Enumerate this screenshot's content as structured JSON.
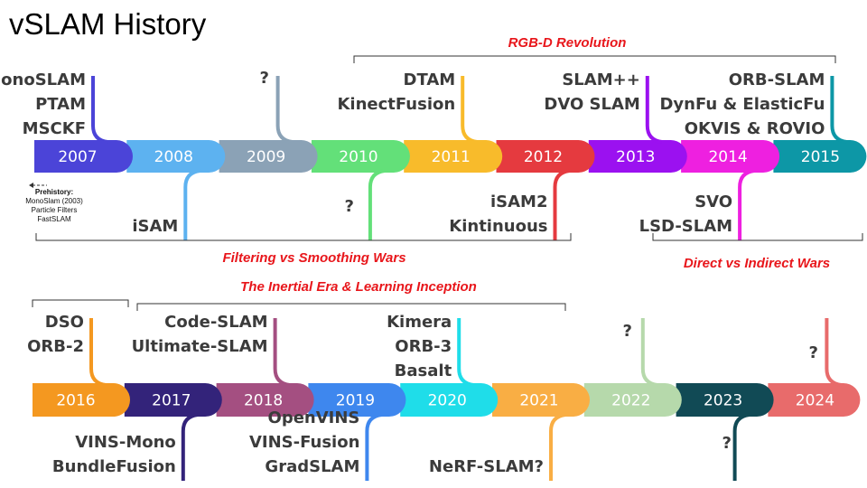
{
  "title": "vSLAM History",
  "eras": {
    "rgbd": "RGB-D Revolution",
    "filtering": "Filtering vs Smoothing Wars",
    "direct": "Direct vs Indirect Wars",
    "inertial": "The Inertial Era & Learning Inception"
  },
  "prehistory": {
    "heading": "Prehistory:",
    "items": [
      "MonoSlam (2003)",
      "Particle Filters",
      "FastSLAM"
    ]
  },
  "row1": [
    {
      "year": "2007",
      "color": "#4b44d8",
      "side": "up",
      "labels": [
        "MonoSLAM",
        "PTAM",
        "MSCKF"
      ]
    },
    {
      "year": "2008",
      "color": "#5db2f0",
      "side": "down",
      "labels": [
        "iSAM"
      ]
    },
    {
      "year": "2009",
      "color": "#8ba2b6",
      "side": "up",
      "labels": [
        "?"
      ]
    },
    {
      "year": "2010",
      "color": "#63e079",
      "side": "down",
      "labels": [
        "?"
      ]
    },
    {
      "year": "2011",
      "color": "#f8bb2b",
      "side": "up",
      "labels": [
        "DTAM",
        "KinectFusion"
      ]
    },
    {
      "year": "2012",
      "color": "#e53a3f",
      "side": "down",
      "labels": [
        "iSAM2",
        "Kintinuous"
      ]
    },
    {
      "year": "2013",
      "color": "#9b11f0",
      "side": "up",
      "labels": [
        "SLAM++",
        "DVO SLAM"
      ]
    },
    {
      "year": "2014",
      "color": "#ee20e0",
      "side": "down",
      "labels": [
        "SVO",
        "LSD-SLAM"
      ]
    },
    {
      "year": "2015",
      "color": "#0d97a6",
      "side": "up",
      "labels": [
        "ORB-SLAM",
        "DynFu & ElasticFu",
        "OKVIS & ROVIO"
      ]
    }
  ],
  "row2": [
    {
      "year": "2016",
      "color": "#f49820",
      "side": "up",
      "labels": [
        "DSO",
        "ORB-2"
      ]
    },
    {
      "year": "2017",
      "color": "#33237a",
      "side": "down",
      "labels": [
        "VINS-Mono",
        "BundleFusion"
      ]
    },
    {
      "year": "2018",
      "color": "#a44f81",
      "side": "up",
      "labels": [
        "Code-SLAM",
        "Ultimate-SLAM"
      ]
    },
    {
      "year": "2019",
      "color": "#3e87ee",
      "side": "down",
      "labels": [
        "OpenVINS",
        "VINS-Fusion",
        "GradSLAM"
      ]
    },
    {
      "year": "2020",
      "color": "#1fdde9",
      "side": "up",
      "labels": [
        "Kimera",
        "ORB-3",
        "Basalt"
      ]
    },
    {
      "year": "2021",
      "color": "#f9ae44",
      "side": "down",
      "labels": [
        "NeRF-SLAM?"
      ]
    },
    {
      "year": "2022",
      "color": "#b6d9ab",
      "side": "up",
      "labels": [
        "?"
      ]
    },
    {
      "year": "2023",
      "color": "#114a55",
      "side": "down",
      "labels": [
        "?"
      ]
    },
    {
      "year": "2024",
      "color": "#e86b6b",
      "side": "up",
      "labels": [
        "?"
      ]
    }
  ]
}
